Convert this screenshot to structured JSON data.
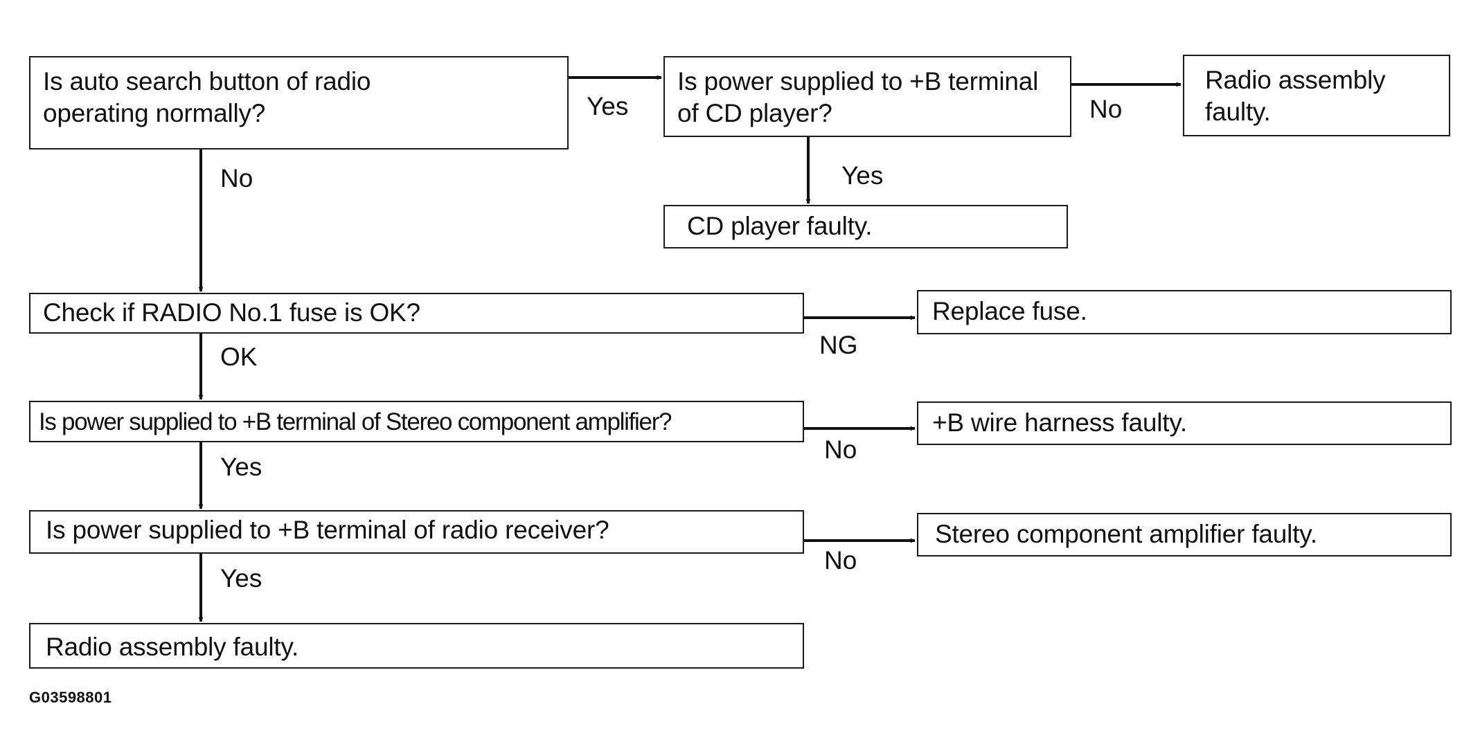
{
  "flowchart": {
    "nodes": {
      "q_auto_search": "Is auto search button of radio\noperating normally?",
      "q_power_cd": "Is power supplied to +B terminal\nof CD player?",
      "r_radio_faulty_top": "Radio assembly\nfaulty.",
      "r_cd_faulty": "CD player faulty.",
      "q_fuse": "Check if RADIO No.1 fuse is OK?",
      "r_replace_fuse": "Replace fuse.",
      "q_power_amp": "Is power supplied to +B terminal of Stereo component amplifier?",
      "r_wire_harness": "+B wire harness faulty.",
      "q_power_receiver": "Is power supplied to +B terminal of radio receiver?",
      "r_amp_faulty": "Stereo component amplifier faulty.",
      "r_radio_faulty_bottom": "Radio assembly faulty."
    },
    "edge_labels": {
      "auto_search_yes": "Yes",
      "auto_search_no": "No",
      "power_cd_no": "No",
      "power_cd_yes": "Yes",
      "fuse_ng": "NG",
      "fuse_ok": "OK",
      "power_amp_no": "No",
      "power_amp_yes": "Yes",
      "power_receiver_no": "No",
      "power_receiver_yes": "Yes"
    },
    "figure_code": "G03598801"
  }
}
